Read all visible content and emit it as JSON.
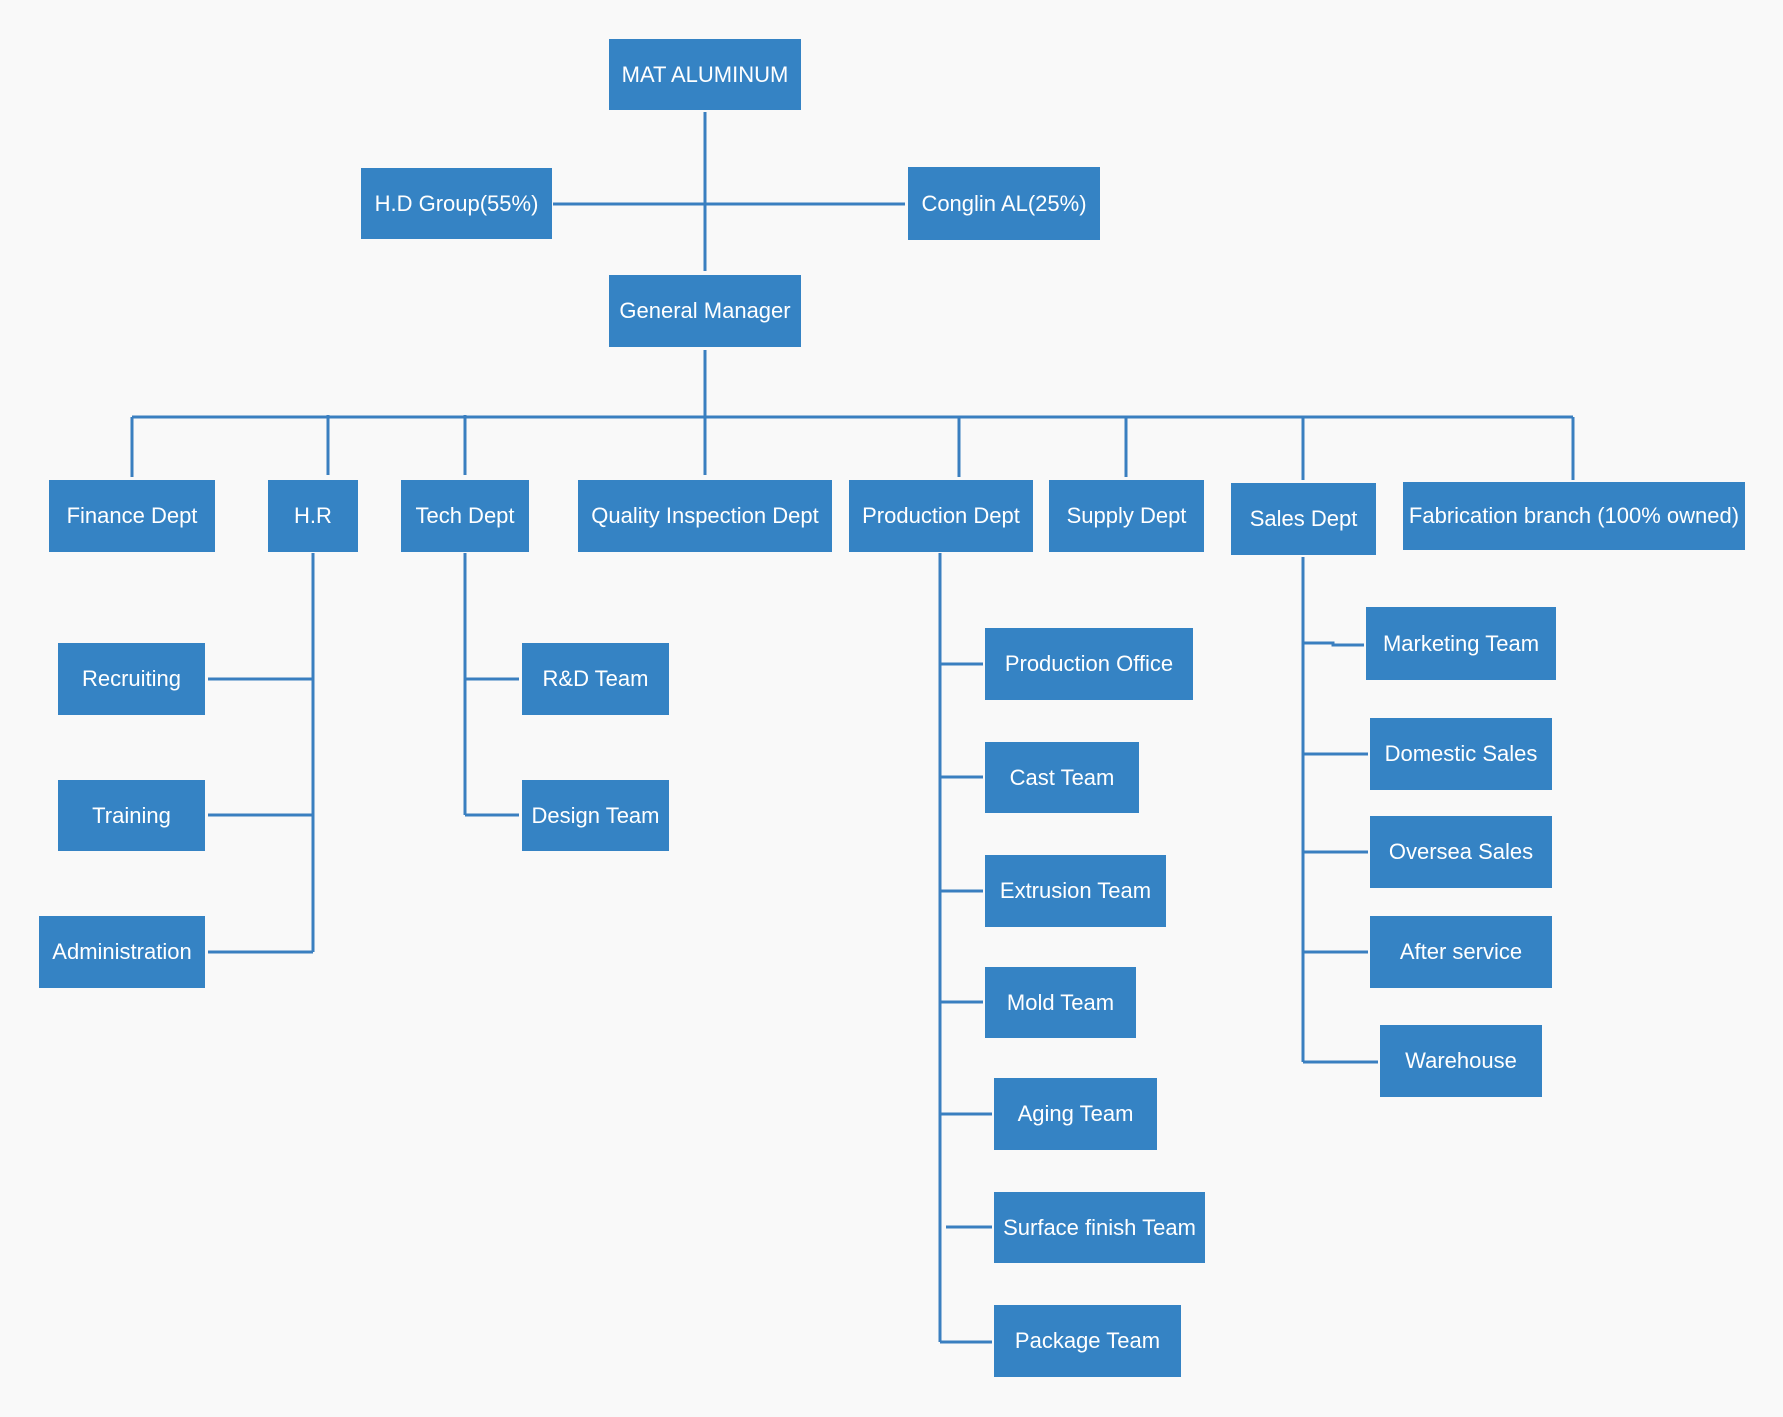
{
  "colors": {
    "box": "#3583c4",
    "line": "#3a7fc0",
    "background": "#f9f9f9",
    "text": "#ffffff"
  },
  "nodes": {
    "root": "MAT ALUMINUM",
    "hd_group": "H.D Group(55%)",
    "conglin": "Conglin AL(25%)",
    "general_manager": "General Manager",
    "finance": "Finance Dept",
    "hr": "H.R",
    "tech": "Tech Dept",
    "quality": "Quality Inspection Dept",
    "production": "Production Dept",
    "supply": "Supply Dept",
    "sales": "Sales Dept",
    "fabrication": "Fabrication branch (100% owned)",
    "recruiting": "Recruiting",
    "training": "Training",
    "administration": "Administration",
    "rd_team": "R&D Team",
    "design_team": "Design Team",
    "production_office": "Production Office",
    "cast_team": "Cast Team",
    "extrusion_team": "Extrusion Team",
    "mold_team": "Mold Team",
    "aging_team": "Aging Team",
    "surface_finish_team": "Surface finish Team",
    "package_team": "Package Team",
    "marketing_team": "Marketing Team",
    "domestic_sales": "Domestic Sales",
    "oversea_sales": "Oversea Sales",
    "after_service": "After service",
    "warehouse": "Warehouse"
  }
}
